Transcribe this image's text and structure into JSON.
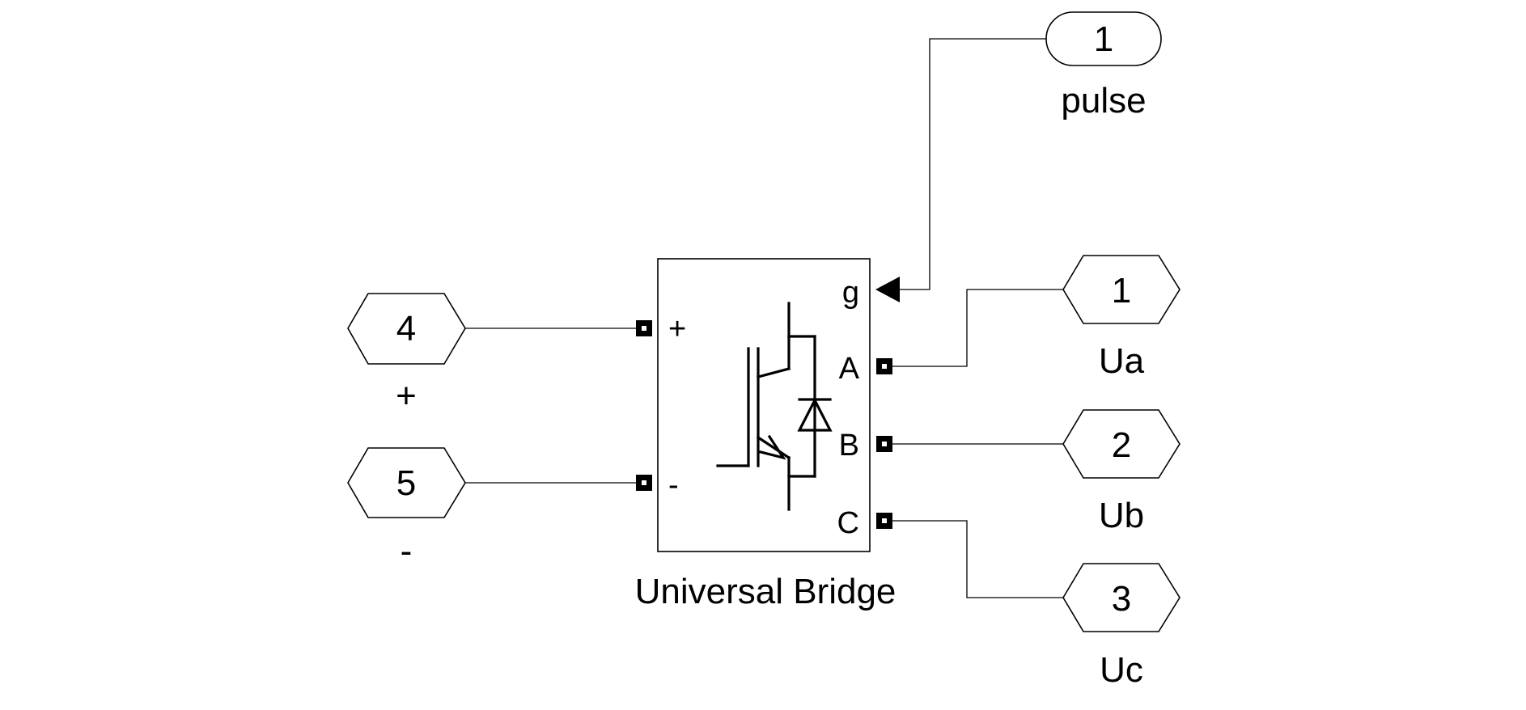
{
  "diagram": {
    "block": {
      "name": "Universal Bridge",
      "ports": {
        "plus": "+",
        "minus": "-",
        "gate": "g",
        "a": "A",
        "b": "B",
        "c": "C"
      }
    },
    "input_ports": [
      {
        "number": "4",
        "label": "+"
      },
      {
        "number": "5",
        "label": "-"
      }
    ],
    "pulse_port": {
      "number": "1",
      "label": "pulse"
    },
    "output_ports": [
      {
        "number": "1",
        "label": "Ua"
      },
      {
        "number": "2",
        "label": "Ub"
      },
      {
        "number": "3",
        "label": "Uc"
      }
    ],
    "colors": {
      "gate_port": "#1a1acc",
      "line": "#000000"
    }
  }
}
